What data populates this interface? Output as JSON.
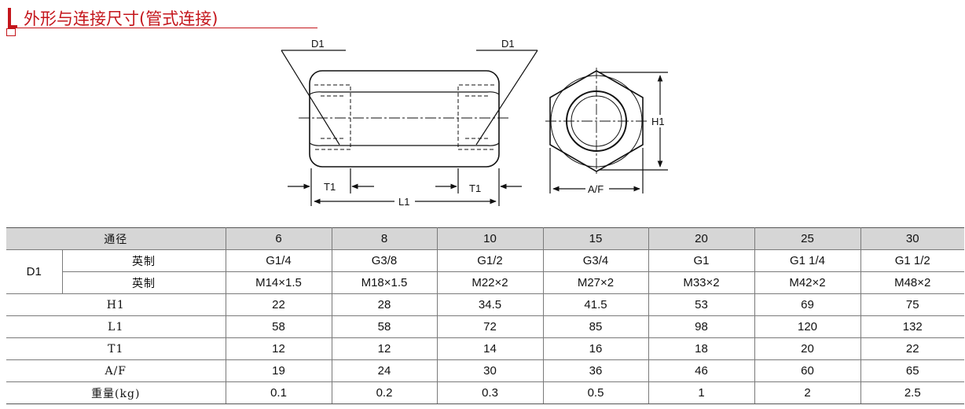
{
  "section": {
    "title": "外形与连接尺寸(管式连接)"
  },
  "drawing": {
    "labels": {
      "d1_left": "D1",
      "d1_right": "D1",
      "h1": "H1",
      "t1_left": "T1",
      "t1_right": "T1",
      "l1": "L1",
      "af": "A/F"
    }
  },
  "table": {
    "header": {
      "label": "通径",
      "values": [
        "6",
        "8",
        "10",
        "15",
        "20",
        "25",
        "30"
      ]
    },
    "d1_group": "D1",
    "rows": [
      {
        "label": "英制",
        "values": [
          "G1/4",
          "G3/8",
          "G1/2",
          "G3/4",
          "G1",
          "G1 1/4",
          "G1 1/2"
        ]
      },
      {
        "label": "英制",
        "values": [
          "M14×1.5",
          "M18×1.5",
          "M22×2",
          "M27×2",
          "M33×2",
          "M42×2",
          "M48×2"
        ]
      },
      {
        "label": "H1",
        "values": [
          "22",
          "28",
          "34.5",
          "41.5",
          "53",
          "69",
          "75"
        ]
      },
      {
        "label": "L1",
        "values": [
          "58",
          "58",
          "72",
          "85",
          "98",
          "120",
          "132"
        ]
      },
      {
        "label": "T1",
        "values": [
          "12",
          "12",
          "14",
          "16",
          "18",
          "20",
          "22"
        ]
      },
      {
        "label": "A/F",
        "values": [
          "19",
          "24",
          "30",
          "36",
          "46",
          "60",
          "65"
        ]
      },
      {
        "label": "重量(kg)",
        "values": [
          "0.1",
          "0.2",
          "0.3",
          "0.5",
          "1",
          "2",
          "2.5"
        ]
      }
    ]
  },
  "colors": {
    "accent": "#c4161c",
    "header_bg": "#d6d6d6",
    "grid": "#7a7a7a"
  }
}
